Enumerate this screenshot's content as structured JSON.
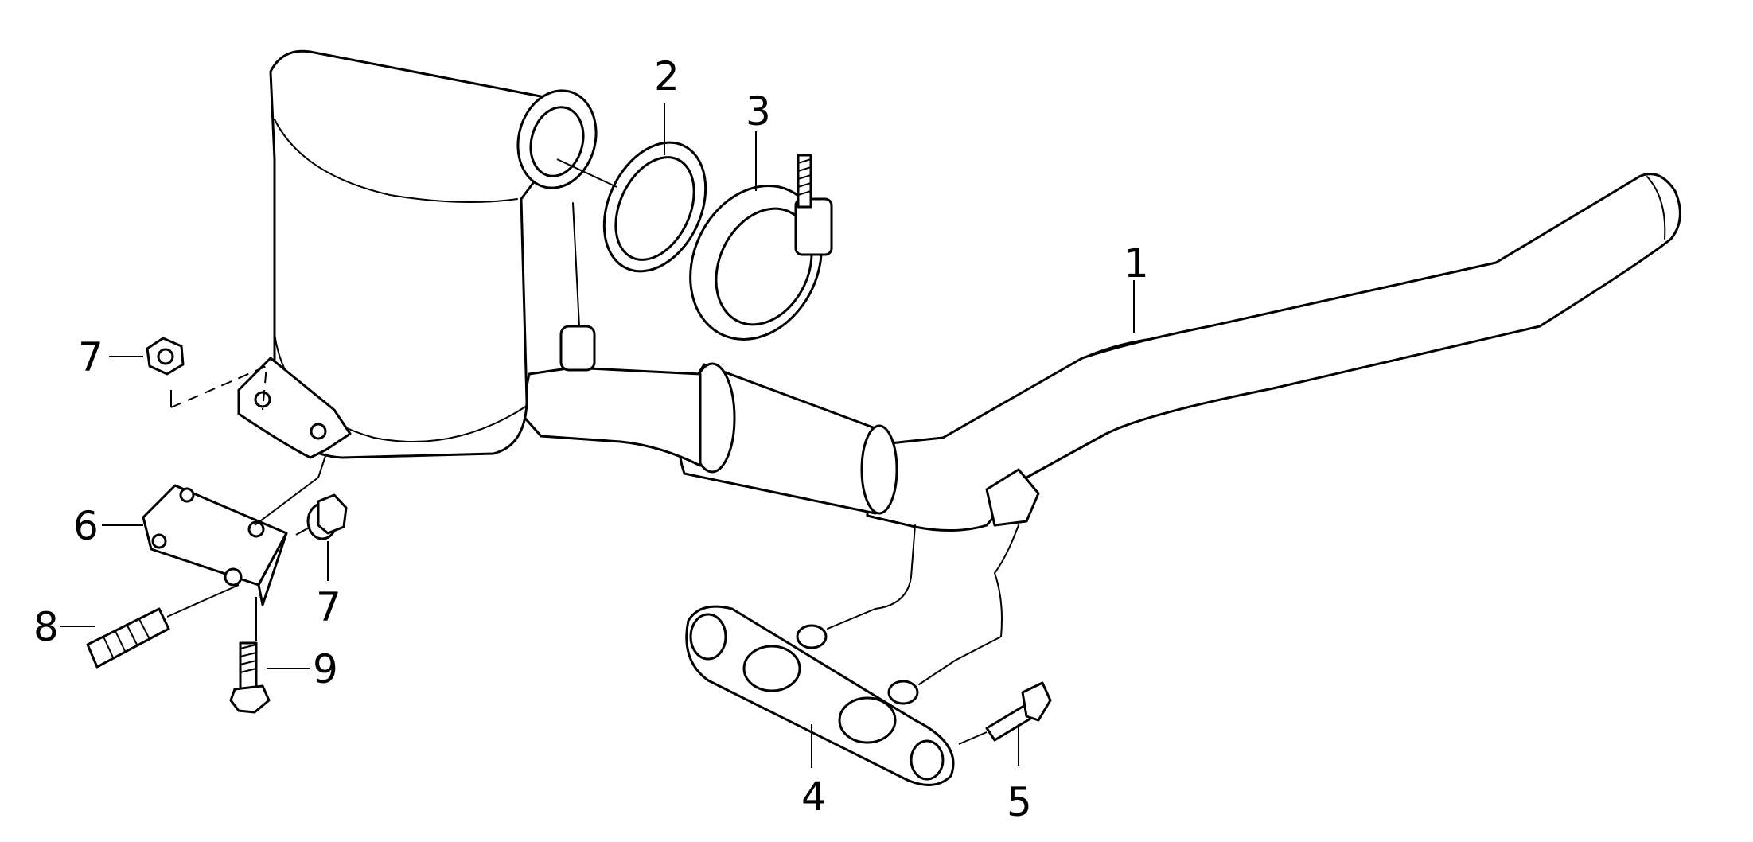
{
  "callouts": [
    {
      "id": "1",
      "text": "1"
    },
    {
      "id": "2",
      "text": "2"
    },
    {
      "id": "3",
      "text": "3"
    },
    {
      "id": "4",
      "text": "4"
    },
    {
      "id": "5",
      "text": "5"
    },
    {
      "id": "6",
      "text": "6"
    },
    {
      "id": "7a",
      "text": "7"
    },
    {
      "id": "7b",
      "text": "7"
    },
    {
      "id": "8",
      "text": "8"
    },
    {
      "id": "9",
      "text": "9"
    }
  ],
  "colors": {
    "line": "#000000",
    "fill": "#ffffff"
  }
}
